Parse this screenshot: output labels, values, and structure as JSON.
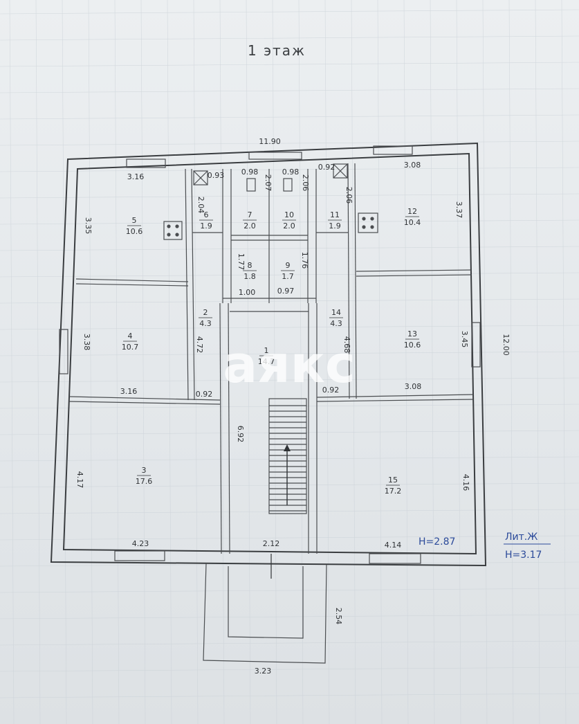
{
  "title": "1 этаж",
  "watermark": "аякс",
  "height_label": "Н=2.87",
  "litera": "Лит.Ж",
  "litera_height": "Н=3.17",
  "dimensions": {
    "top_total": "11.90",
    "right_total": "12.00",
    "room5_top": "3.16",
    "room5_side": "3.35",
    "room6_top": "0.93",
    "room6_side": "2.04",
    "room7_top": "0.98",
    "room7_side": "2.07",
    "room10_top": "0.98",
    "room10_side": "2.06",
    "room11_top": "0.92",
    "room11_side": "2.06",
    "room12_top": "3.08",
    "room12_side": "3.37",
    "room8_side": "1.77",
    "room9_side": "1.76",
    "room8_bottom": "1.00",
    "room9_bottom": "0.97",
    "room4_side": "3.38",
    "room4_bottom": "3.16",
    "corr2_side": "4.72",
    "corr2_bottom": "0.92",
    "corr14_side": "4.68",
    "corr14_bottom": "0.92",
    "room13_side": "3.45",
    "room13_bottom": "3.08",
    "stair_side": "6.92",
    "room3_side": "4.17",
    "room3_bottom": "4.23",
    "room15_side": "4.16",
    "room15_bottom": "4.14",
    "stair_bottom": "2.12",
    "porch_side": "2.54",
    "porch_bottom": "3.23"
  },
  "rooms": [
    {
      "num": "5",
      "area": "10.6"
    },
    {
      "num": "6",
      "area": "1.9"
    },
    {
      "num": "7",
      "area": "2.0"
    },
    {
      "num": "10",
      "area": "2.0"
    },
    {
      "num": "11",
      "area": "1.9"
    },
    {
      "num": "12",
      "area": "10.4"
    },
    {
      "num": "8",
      "area": "1.8"
    },
    {
      "num": "9",
      "area": "1.7"
    },
    {
      "num": "2",
      "area": "4.3"
    },
    {
      "num": "14",
      "area": "4.3"
    },
    {
      "num": "4",
      "area": "10.7"
    },
    {
      "num": "1",
      "area": "14.7"
    },
    {
      "num": "13",
      "area": "10.6"
    },
    {
      "num": "3",
      "area": "17.6"
    },
    {
      "num": "15",
      "area": "17.2"
    }
  ]
}
